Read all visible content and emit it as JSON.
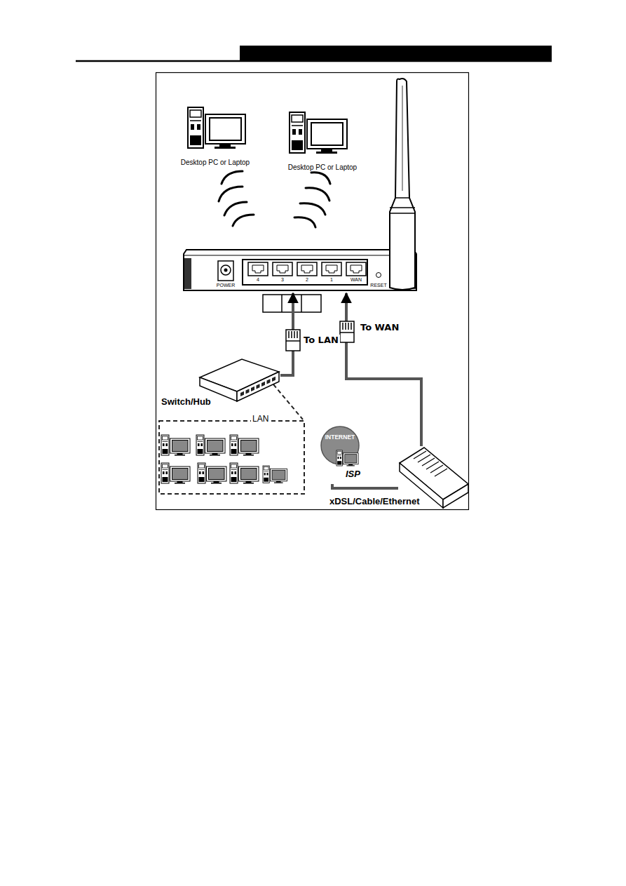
{
  "diagram": {
    "nodes": [
      {
        "text": [
          "Desktop PC or Laptop"
        ]
      },
      {
        "text": [
          "Desktop PC or Laptop"
        ]
      },
      {
        "text": [
          "POWER",
          "4",
          "3",
          "2",
          "1",
          "WAN",
          "RESET"
        ]
      },
      {
        "text": [
          "Switch/Hub"
        ]
      },
      {
        "text": [
          "LAN"
        ]
      },
      {
        "text": [
          "INTERNET",
          "ISP"
        ]
      },
      {
        "text": [
          "xDSL/Cable/Ethernet"
        ]
      }
    ],
    "edges": [
      {
        "from": 3,
        "to": 2,
        "arrow": "to",
        "label": "To LAN"
      },
      {
        "from": 6,
        "to": 2,
        "arrow": "to",
        "label": "To WAN"
      },
      {
        "from": 5,
        "to": 6,
        "arrow": "none"
      },
      {
        "from": 3,
        "to": 4,
        "arrow": "none"
      }
    ]
  }
}
